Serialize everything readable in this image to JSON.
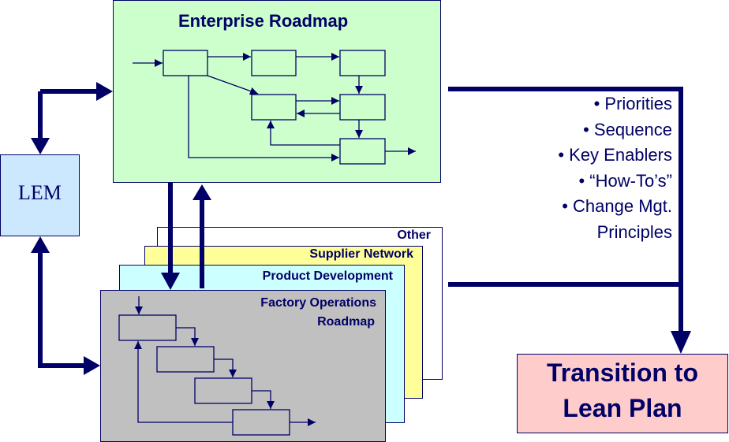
{
  "diagram": {
    "enterprise_roadmap": {
      "title": "Enterprise Roadmap"
    },
    "lem": {
      "label": "LEM"
    },
    "stack": {
      "other": "Other",
      "supplier_network": "Supplier Network",
      "product_development": "Product Development",
      "factory_operations_line1": "Factory Operations",
      "factory_operations_line2": "Roadmap"
    },
    "outputs": {
      "bullets": [
        "• Priorities",
        "• Sequence",
        "• Key Enablers",
        "• “How-To’s”",
        "• Change Mgt.",
        "Principles"
      ]
    },
    "transition_plan": {
      "line1": "Transition to",
      "line2": "Lean Plan"
    },
    "colors": {
      "ink": "#000066",
      "enterprise_fill": "#ccffcc",
      "lem_fill": "#cce8ff",
      "other_fill": "#ffffff",
      "supplier_fill": "#ffff99",
      "product_fill": "#ccffff",
      "factory_fill": "#c0c0c0",
      "transition_fill": "#ffcccc"
    }
  }
}
